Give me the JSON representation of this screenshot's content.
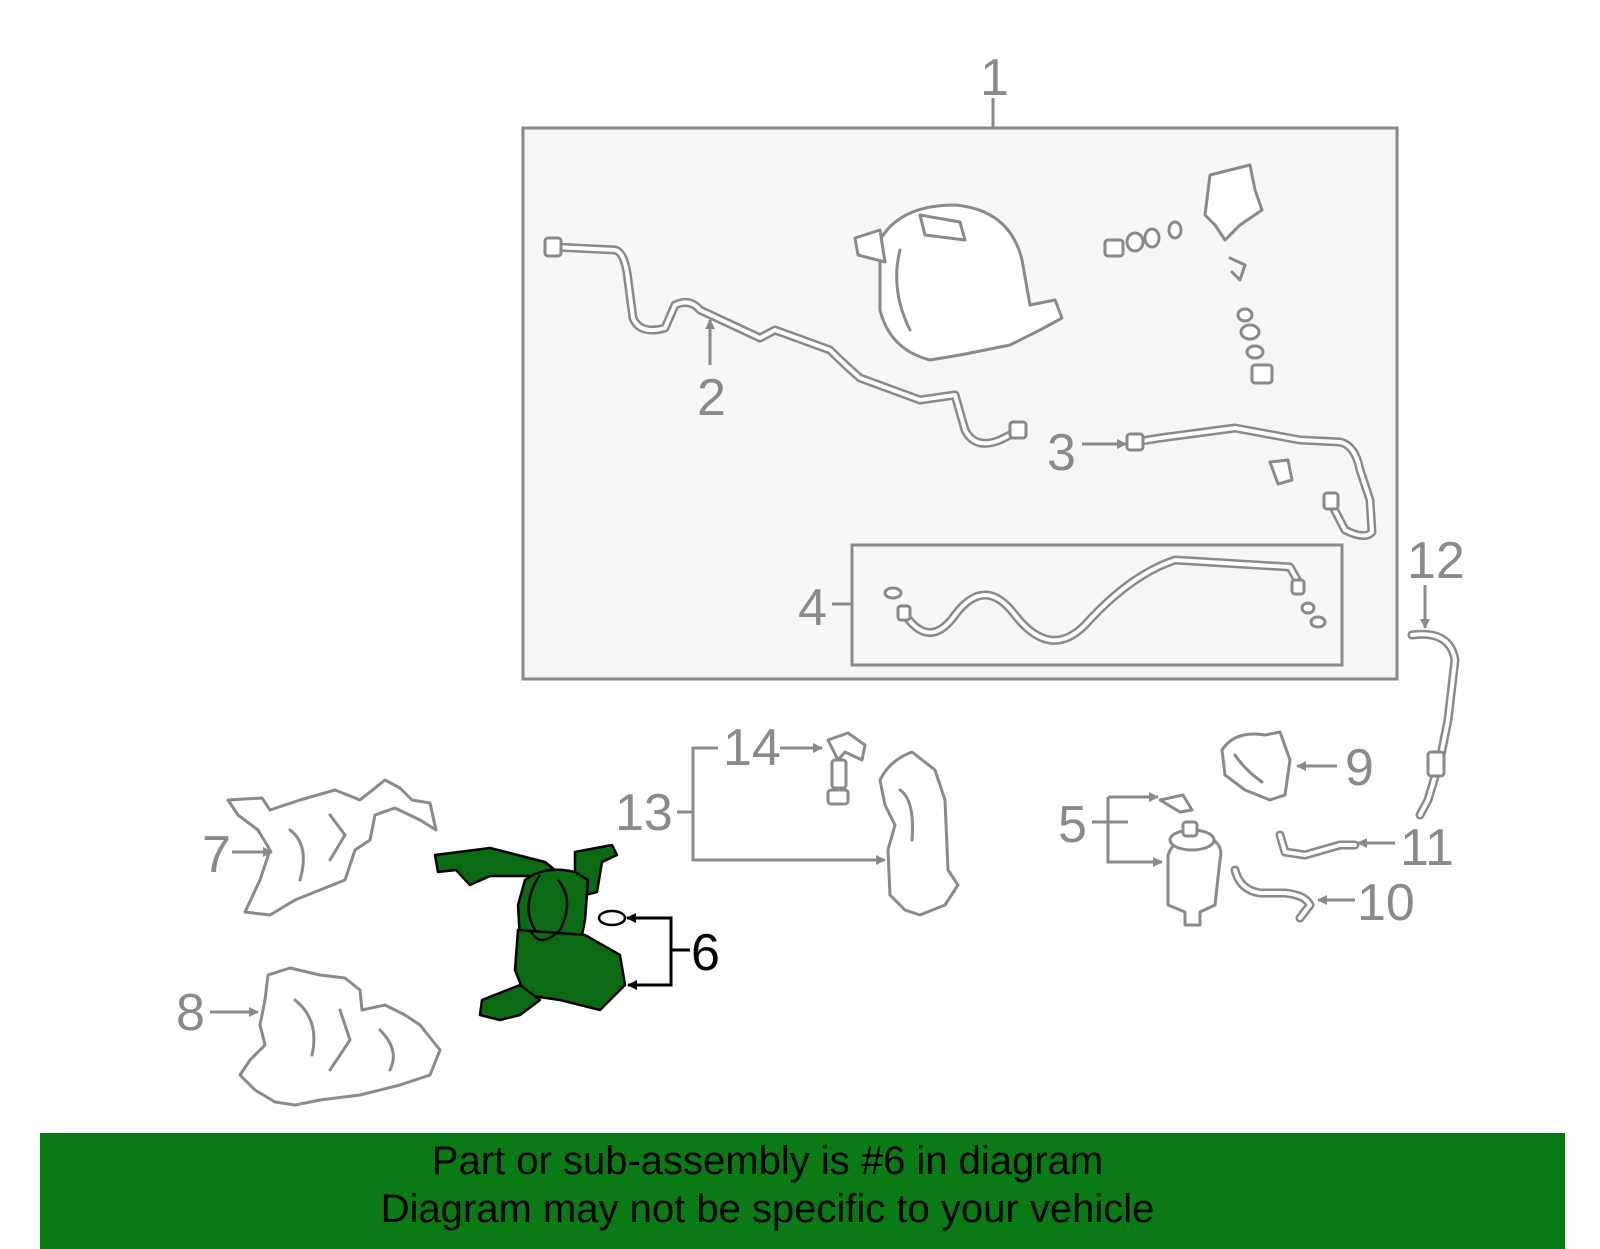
{
  "callouts": {
    "c1": "1",
    "c2": "2",
    "c3": "3",
    "c4": "4",
    "c5": "5",
    "c6": "6",
    "c7": "7",
    "c8": "8",
    "c9": "9",
    "c10": "10",
    "c11": "11",
    "c12": "12",
    "c13": "13",
    "c14": "14"
  },
  "highlighted_part": "6",
  "colors": {
    "highlight_fill": "#0a6b12",
    "banner_bg": "#0a7a14",
    "line_gray": "#8a8a8a",
    "box_bg": "#f7f7f7"
  },
  "banner": {
    "line1": "Part or sub-assembly is #6 in diagram",
    "line2": "Diagram may not be specific to your vehicle"
  }
}
